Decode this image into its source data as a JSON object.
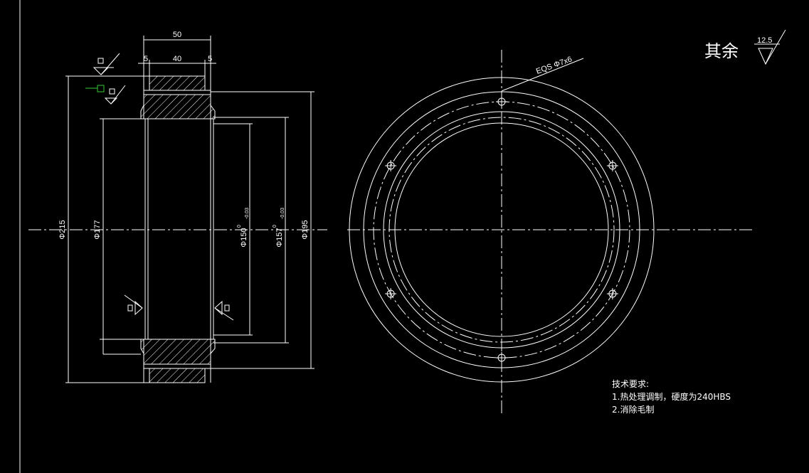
{
  "colors": {
    "background": "#000000",
    "line": "#ffffff",
    "grip": "#33cc33"
  },
  "section_view": {
    "overall_width": "50",
    "rim_widths": [
      "5",
      "40",
      "5"
    ],
    "diameter_215": "Φ215",
    "diameter_177": "Φ177",
    "diameter_150": "Φ150",
    "diameter_150_tol_upper": "0",
    "diameter_150_tol_lower": "-0.03",
    "diameter_157": "Φ157",
    "diameter_157_tol_upper": "0",
    "diameter_157_tol_lower": "-0.03",
    "diameter_195": "Φ195"
  },
  "front_view": {
    "hole_callout": "EQS Φ7x6"
  },
  "roughness": {
    "label": "其余",
    "value": "12.5"
  },
  "tech_requirements": {
    "title": "技术要求:",
    "items": [
      "1.热处理调制，硬度为240HBS",
      "2.消除毛制"
    ]
  }
}
